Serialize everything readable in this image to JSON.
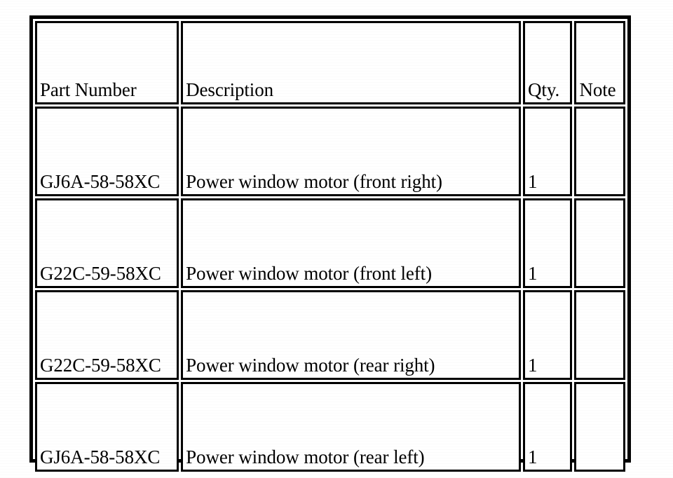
{
  "document": {
    "type": "scanned-parts-table",
    "background_color": "#ffffff",
    "ink_color": "#000000"
  },
  "table": {
    "columns": [
      {
        "key": "part_number",
        "label": "Part Number"
      },
      {
        "key": "description",
        "label": "Description"
      },
      {
        "key": "qty",
        "label": "Qty."
      },
      {
        "key": "note",
        "label": "Note"
      }
    ],
    "rows": [
      {
        "part_number": "GJ6A-58-58XC",
        "description": "Power window motor (front right)",
        "qty": "1",
        "note": ""
      },
      {
        "part_number": "G22C-59-58XC",
        "description": "Power window motor (front left)",
        "qty": "1",
        "note": ""
      },
      {
        "part_number": "G22C-59-58XC",
        "description": "Power window motor (rear right)",
        "qty": "1",
        "note": ""
      },
      {
        "part_number": "GJ6A-58-58XC",
        "description": "Power window motor (rear left)",
        "qty": "1",
        "note": ""
      }
    ]
  }
}
